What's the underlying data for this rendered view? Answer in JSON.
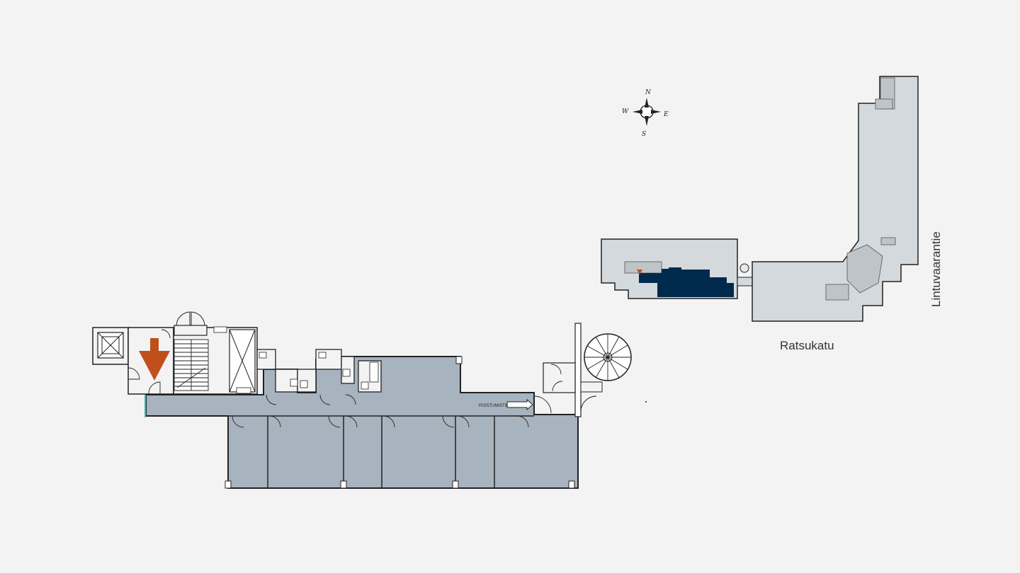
{
  "compass": {
    "n": "N",
    "e": "E",
    "s": "S",
    "w": "W"
  },
  "streets": {
    "bottom": "Ratsukatu",
    "right": "Lintuvaarantie"
  },
  "floor_plan": {
    "exit_sign": "POISTUMISTIE"
  },
  "colors": {
    "background": "#f3f3f3",
    "room_fill": "#a7b3bf",
    "site_fill": "#d4d9dd",
    "highlight": "#002a4d",
    "entrance_arrow": "#c0501b",
    "wall": "#222222"
  },
  "icons": {
    "entrance": "down-arrow-icon",
    "compass": "compass-rose-icon",
    "exit": "right-arrow-icon",
    "stairs": "stairs-icon",
    "spiral_stairs": "spiral-staircase-icon"
  }
}
